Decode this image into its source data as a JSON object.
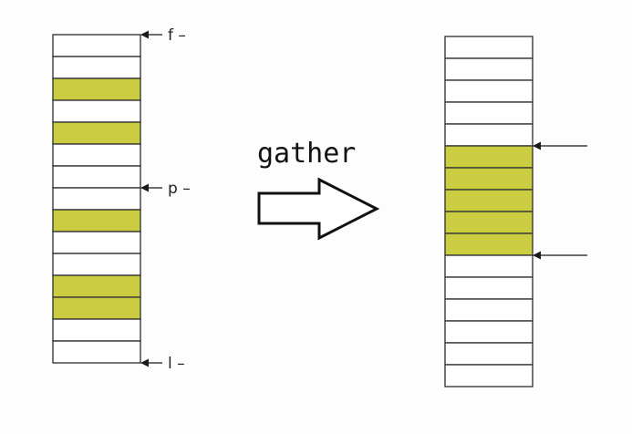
{
  "colors": {
    "highlight": "#cbcc3f",
    "empty": "#ffffff",
    "stroke": "#3a3a3a",
    "arrow": "#1a1a1a",
    "background": "#fdfdfd"
  },
  "operation_label": "gather",
  "left_array": {
    "cells": [
      false,
      false,
      true,
      false,
      true,
      false,
      false,
      false,
      true,
      false,
      false,
      true,
      true,
      false,
      false
    ],
    "markers": [
      {
        "cell_index": 0,
        "label": "f –"
      },
      {
        "cell_index": 7,
        "label": "p –"
      },
      {
        "cell_index": 15,
        "label": "l –"
      }
    ]
  },
  "right_array": {
    "cells": [
      false,
      false,
      false,
      false,
      false,
      true,
      true,
      true,
      true,
      true,
      false,
      false,
      false,
      false,
      false,
      false
    ],
    "markers": [
      {
        "cell_index": 5,
        "label": ""
      },
      {
        "cell_index": 10,
        "label": ""
      }
    ]
  }
}
